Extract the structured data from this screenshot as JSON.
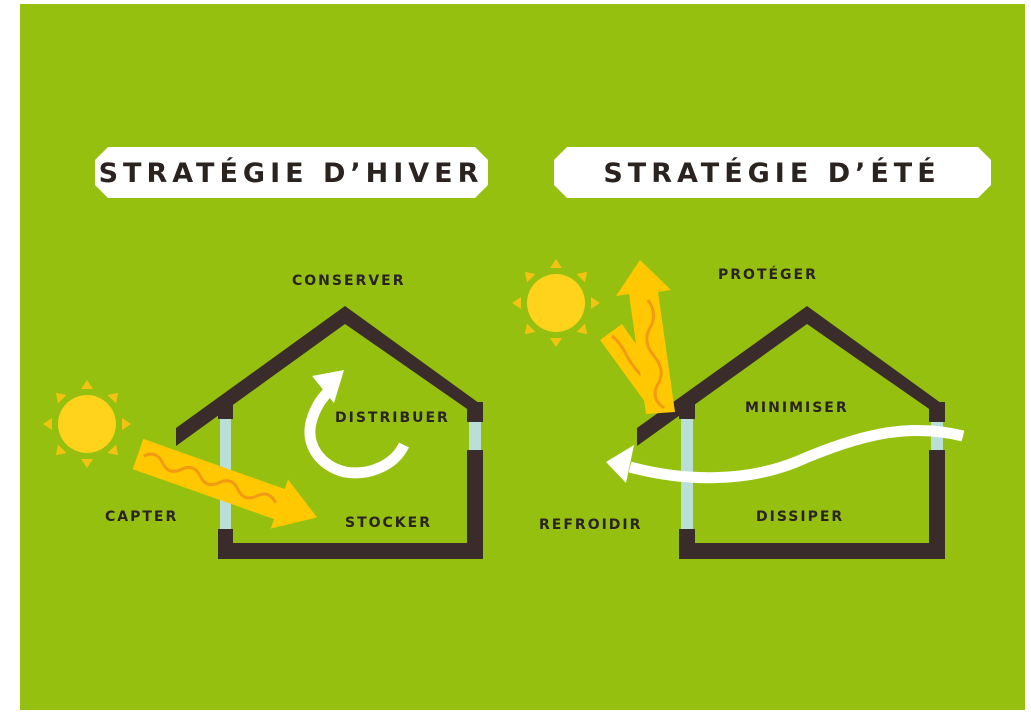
{
  "winter": {
    "title": "STRATÉGIE D’HIVER",
    "labels": {
      "conserver": "CONSERVER",
      "distribuer": "DISTRIBUER",
      "capter": "CAPTER",
      "stocker": "STOCKER"
    }
  },
  "summer": {
    "title": "STRATÉGIE D’ÉTÉ",
    "labels": {
      "proteger": "PROTÉGER",
      "minimiser": "MINIMISER",
      "refroidir": "REFROIDIR",
      "dissiper": "DISSIPER"
    }
  },
  "colors": {
    "background": "#95c00f",
    "house": "#3a2c2a",
    "window": "#b9dfd8",
    "sun": "#ffd21c",
    "sun_ray": "#f2c310",
    "beam": "#ffc800",
    "beam_wave": "#f39a14",
    "arrow": "#ffffff",
    "label_text": "#2a2320"
  },
  "icons": [
    "sun-icon",
    "heat-beam-arrow",
    "circulation-arrow",
    "wind-arrow",
    "reflected-beam-arrow"
  ]
}
